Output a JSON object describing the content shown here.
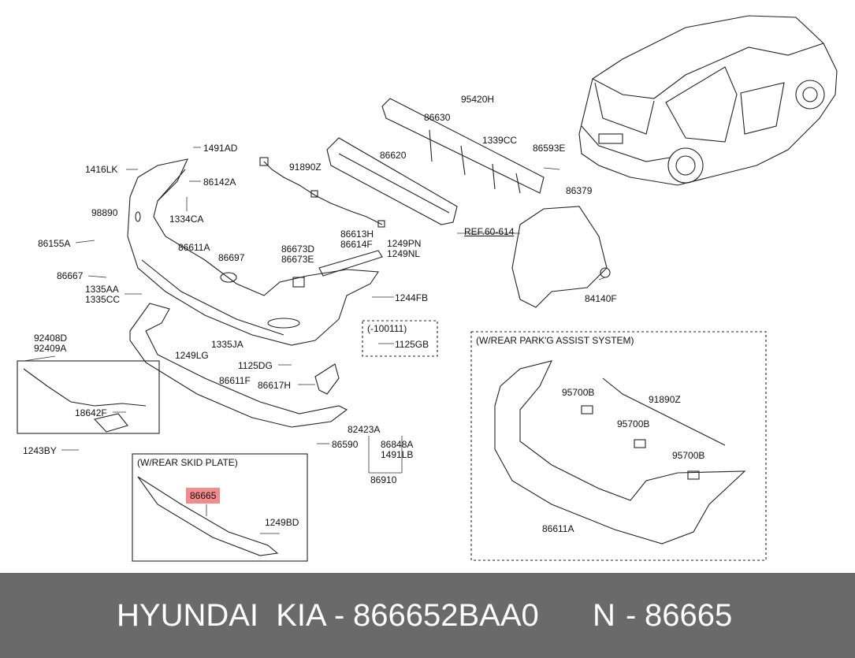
{
  "labels": {
    "l1491AD": "1491AD",
    "l1416LK": "1416LK",
    "l86142A": "86142A",
    "l98890": "98890",
    "l1334CA": "1334CA",
    "l86155A": "86155A",
    "l86611A_top": "86611A",
    "l86697": "86697",
    "l86667": "86667",
    "l1335AA": "1335AA",
    "l1335CC": "1335CC",
    "l91890Z_top": "91890Z",
    "l86620": "86620",
    "l86630": "86630",
    "l95420H": "95420H",
    "l1339CC": "1339CC",
    "l86593E": "86593E",
    "l86379": "86379",
    "l86613H": "86613H",
    "l86614F": "86614F",
    "l86673D": "86673D",
    "l86673E": "86673E",
    "l1249PN": "1249PN",
    "l1249NL": "1249NL",
    "l1244FB": "1244FB",
    "lRef": "REF.60-614",
    "l84140F": "84140F",
    "l100111": "(-100111)",
    "l1125GB": "1125GB",
    "l92408D": "92408D",
    "l92409A": "92409A",
    "l1249LG": "1249LG",
    "l1335JA": "1335JA",
    "l1125DG": "1125DG",
    "l86611F": "86611F",
    "l86617H": "86617H",
    "l18642F": "18642F",
    "l1243BY": "1243BY",
    "l82423A": "82423A",
    "l86848A": "86848A",
    "l1491LB": "1491LB",
    "l86590": "86590",
    "l86910": "86910",
    "lSkid": "(W/REAR SKID PLATE)",
    "l86665": "86665",
    "l1249BD": "1249BD",
    "lPark": "(W/REAR PARK'G ASSIST SYSTEM)",
    "l95700B_1": "95700B",
    "l91890Z_box": "91890Z",
    "l95700B_2": "95700B",
    "l95700B_3": "95700B",
    "l86611A_box": "86611A"
  },
  "footer": {
    "brand": "HYUNDAI  KIA",
    "sep1": "-",
    "part_number": "866652BAA0",
    "n": "N",
    "sep2": "-",
    "ref": "86665"
  },
  "colors": {
    "highlight": "#f38b8b",
    "footer_bg": "#6a6a6a"
  }
}
